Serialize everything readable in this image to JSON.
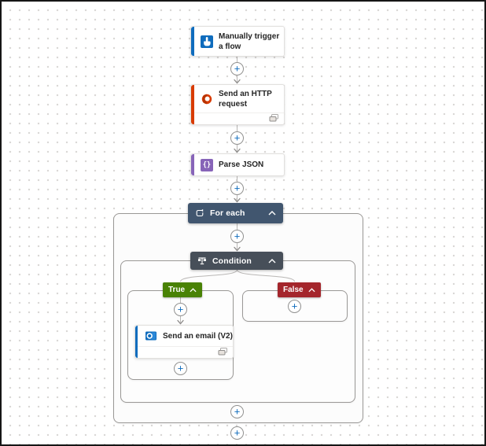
{
  "nodes": {
    "trigger": {
      "label": "Manually trigger a flow",
      "icon": "hand-tap-icon",
      "accent": "#0f6cbd"
    },
    "http_request": {
      "label": "Send an HTTP request",
      "icon": "office-icon",
      "accent": "#d83b01",
      "has_connection_badge": true
    },
    "parse_json": {
      "label": "Parse JSON",
      "icon": "braces-icon",
      "accent": "#8764b8",
      "icon_glyph": "{}"
    },
    "for_each": {
      "label": "For each",
      "icon": "loop-icon",
      "header_color": "#41566f",
      "collapsed": false
    },
    "condition": {
      "label": "Condition",
      "icon": "balance-icon",
      "header_color": "#474f59",
      "collapsed": false
    },
    "branch_true": {
      "label": "True",
      "color": "#498205"
    },
    "branch_false": {
      "label": "False",
      "color": "#a4262c"
    },
    "send_email": {
      "label": "Send an email (V2)",
      "icon": "outlook-icon",
      "accent": "#0f6cbd",
      "has_connection_badge": true
    }
  },
  "ui": {
    "plus": "+",
    "plus_color": "#0f6cbd",
    "connector_color": "#b9b7b5",
    "grid_dot_color": "#d8d6d4",
    "scope_border_color": "#9a9896"
  }
}
